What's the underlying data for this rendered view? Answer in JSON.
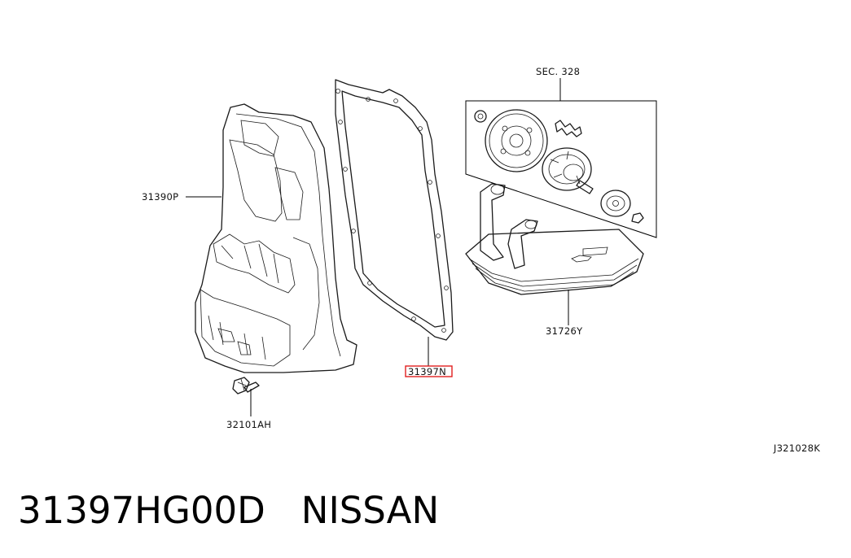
{
  "labels": {
    "pan": "31390P",
    "gasket": "31397N",
    "bolt": "32101AH",
    "section": "SEC. 328",
    "strainer": "31726Y",
    "code": "J321028K"
  },
  "highlight_color": "#e02020",
  "footer": {
    "part_number": "31397HG00D",
    "brand": "NISSAN"
  }
}
